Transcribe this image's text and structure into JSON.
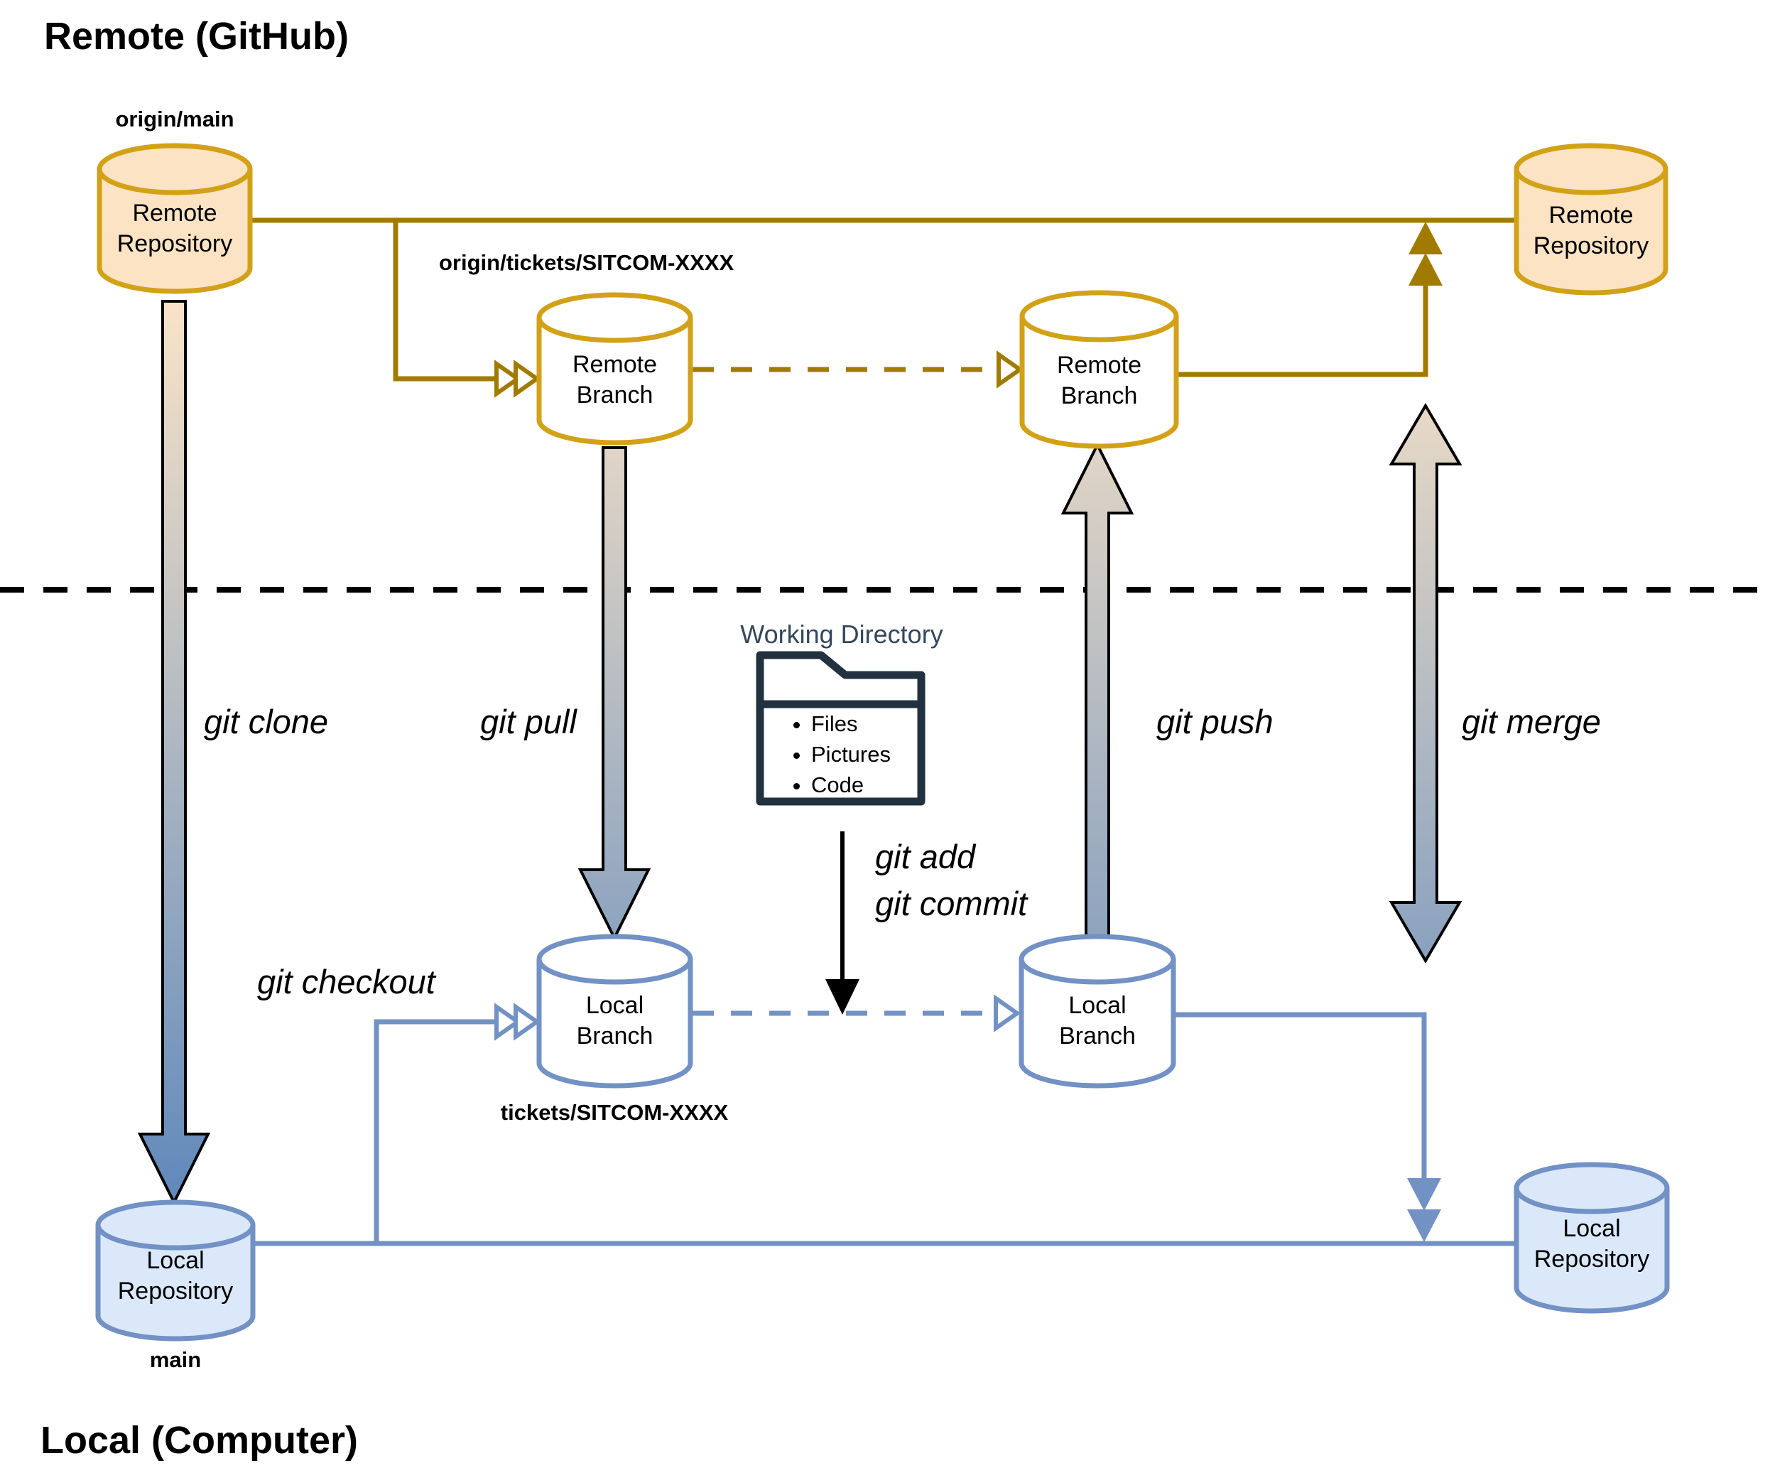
{
  "titles": {
    "remote": "Remote (GitHub)",
    "local": "Local (Computer)"
  },
  "nodes": {
    "remote_repo_left": {
      "label": "Remote\nRepository",
      "tag": "origin/main"
    },
    "remote_branch_1": {
      "label": "Remote\nBranch",
      "tag": "origin/tickets/SITCOM-XXXX"
    },
    "remote_branch_2": {
      "label": "Remote\nBranch"
    },
    "remote_repo_right": {
      "label": "Remote\nRepository"
    },
    "local_repo_left": {
      "label": "Local\nRepository",
      "tag": "main"
    },
    "local_branch_1": {
      "label": "Local\nBranch",
      "tag": "tickets/SITCOM-XXXX"
    },
    "local_branch_2": {
      "label": "Local\nBranch"
    },
    "local_repo_right": {
      "label": "Local\nRepository"
    }
  },
  "commands": {
    "clone": "git clone",
    "pull": "git pull",
    "push": "git push",
    "merge": "git merge",
    "checkout": "git checkout",
    "add": "git add",
    "commit": "git commit"
  },
  "working_directory": {
    "title": "Working Directory",
    "items": [
      "Files",
      "Pictures",
      "Code"
    ]
  },
  "colors": {
    "remote_stroke": "#D2A117",
    "remote_fill": "#FBE3C4",
    "remote_line": "#A17A00",
    "local_stroke": "#7291C4",
    "local_fill": "#DBE8FA",
    "local_line": "#7291C4",
    "gradient_top": "#FAE4C8",
    "gradient_bottom": "#5F88BB",
    "white_fill": "#FFFFFF",
    "separator": "#000000",
    "folder_navy": "#22313F",
    "wd_title_color": "#33475C"
  }
}
